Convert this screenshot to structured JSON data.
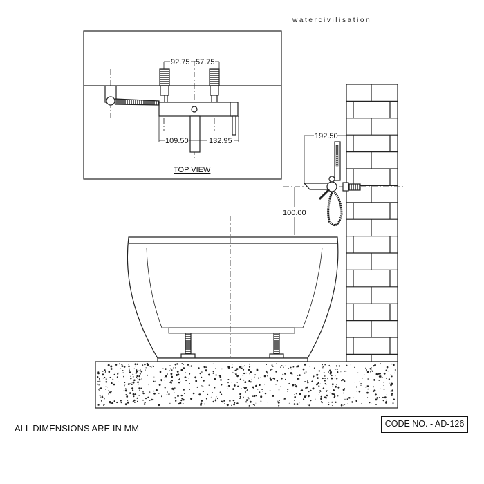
{
  "brand": "watercivilisation",
  "top_view": {
    "title": "TOP VIEW",
    "dims": {
      "left_upper": "92.75",
      "right_upper": "57.75",
      "left_lower": "109.50",
      "right_lower": "132.95"
    }
  },
  "side_view": {
    "dims": {
      "spout_reach": "192.50",
      "height_above_rim": "100.00"
    }
  },
  "note": "ALL DIMENSIONS ARE IN MM",
  "code": "CODE NO. - AD-126"
}
